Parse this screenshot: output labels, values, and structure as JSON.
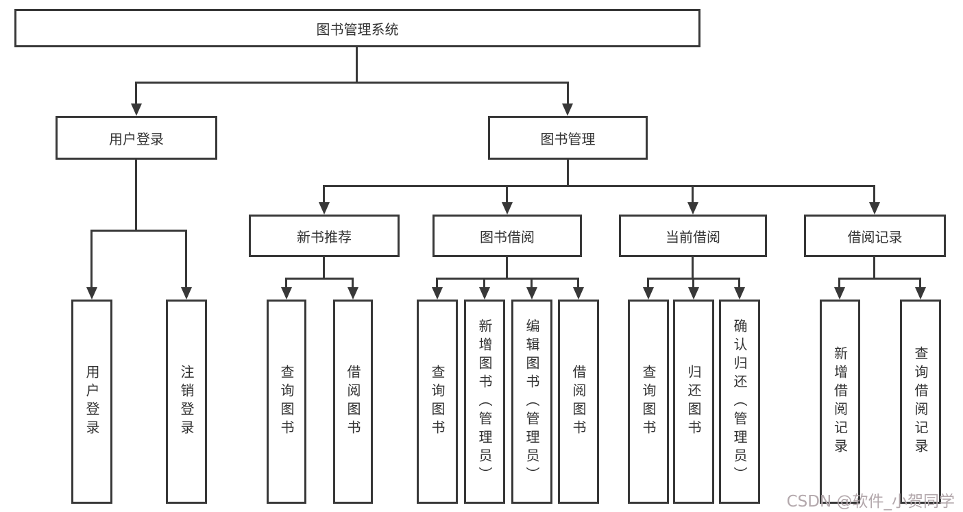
{
  "nodes": {
    "root": "图书管理系统",
    "user_login": "用户登录",
    "book_management": "图书管理",
    "new_book_recommendation": "新书推荐",
    "book_borrowing": "图书借阅",
    "current_borrowing": "当前借阅",
    "borrowing_records": "借阅记录"
  },
  "leaves": {
    "user_login": [
      "用户登录",
      "注销登录"
    ],
    "new_book_recommendation": [
      "查询图书",
      "借阅图书"
    ],
    "book_borrowing": [
      "查询图书",
      "新增图书（管理员）",
      "编辑图书（管理员）",
      "借阅图书"
    ],
    "current_borrowing": [
      "查询图书",
      "归还图书",
      "确认归还（管理员）"
    ],
    "borrowing_records": [
      "新增借阅记录",
      "查询借阅记录"
    ]
  },
  "watermark": {
    "text": "CSDN @软件_小贺同学"
  },
  "colors": {
    "line": "#383838",
    "text": "#333333",
    "watermark": "#b3a8ac",
    "background": "#ffffff"
  }
}
